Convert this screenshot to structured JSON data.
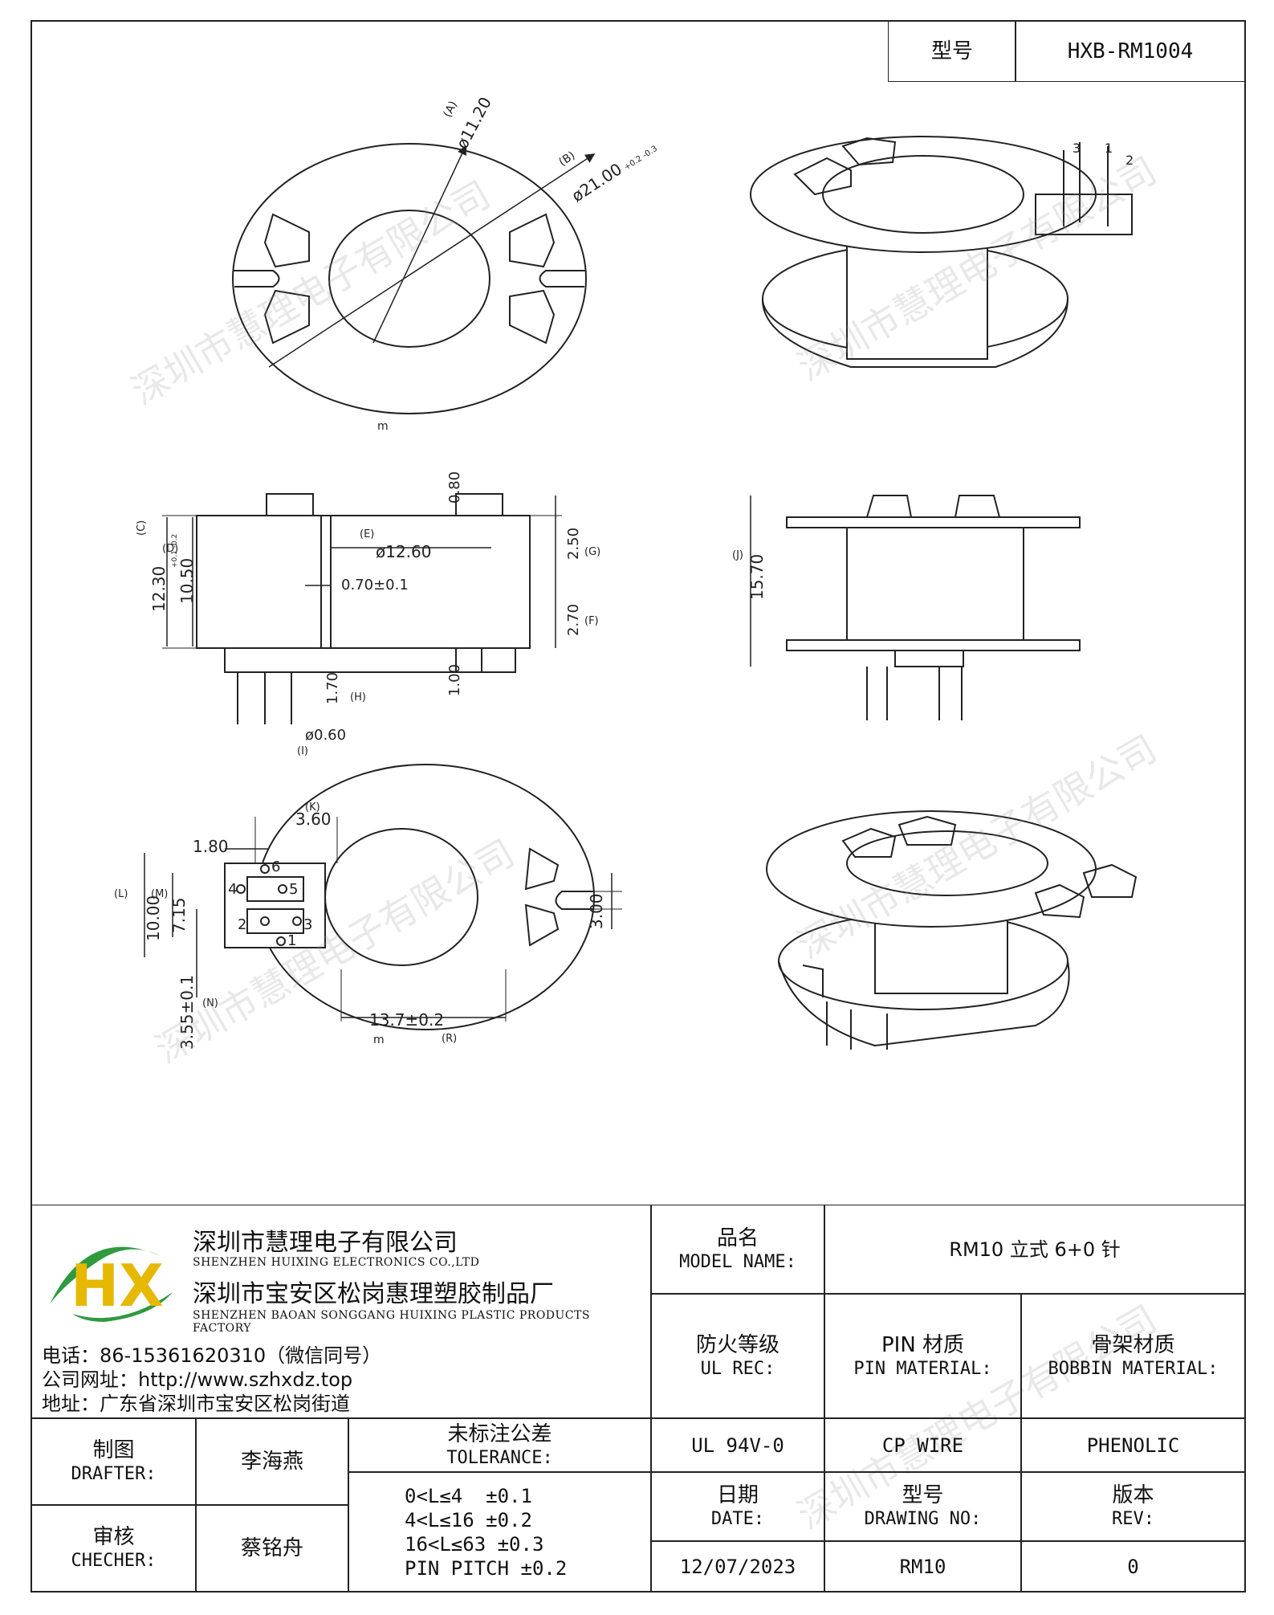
{
  "header": {
    "model_label": "型号",
    "model_value": "HXB-RM1004"
  },
  "watermark": "深圳市慧理电子有限公司",
  "drawing": {
    "view_top": {
      "label_a": "(A)",
      "dim_a": "ø11.20",
      "label_b": "(B)",
      "dim_b": "ø21.00",
      "dim_b_tol": "+0.2 -0.3",
      "mark": "m"
    },
    "view_front": {
      "dim_c": "12.30",
      "dim_c_tol": "+0.1 -0.2",
      "label_c": "(C)",
      "dim_d": "10.50",
      "label_d": "(D)",
      "dim_e": "ø12.60",
      "label_e": "(E)",
      "dim_wall": "0.70±0.1",
      "dim_top": "0.80",
      "dim_g": "2.50",
      "label_g": "(G)",
      "dim_f": "2.70",
      "label_f": "(F)",
      "dim_h": "1.70",
      "label_h": "(H)",
      "dim_base": "1.00",
      "dim_i": "ø0.60",
      "label_i": "(I)"
    },
    "view_side": {
      "dim_j": "15.70",
      "label_j": "(J)"
    },
    "view_bottom": {
      "dim_k": "3.60",
      "label_k": "(K)",
      "dim_180": "1.80",
      "dim_l": "10.00",
      "label_l": "(L)",
      "dim_m": "7.15",
      "label_m": "(M)",
      "dim_n": "3.55±0.1",
      "label_n": "(N)",
      "dim_slot": "3.00",
      "dim_r": "13.7±0.2",
      "label_r": "(R)",
      "mark": "m",
      "pins": [
        "1",
        "2",
        "3",
        "4",
        "5",
        "6"
      ]
    },
    "view_iso": {
      "pins": [
        "3",
        "1",
        "2"
      ]
    }
  },
  "title_block": {
    "logo_text": "HX",
    "company_zh": "深圳市慧理电子有限公司",
    "company_en": "SHENZHEN HUIXING ELECTRONICS CO.,LTD",
    "factory_zh": "深圳市宝安区松岗惠理塑胶制品厂",
    "factory_en": "SHENZHEN BAOAN SONGGANG HUIXING PLASTIC PRODUCTS FACTORY",
    "phone": "电话：86-15361620310（微信同号）",
    "website": "公司网址：http://www.szhxdz.top",
    "address": "地址：广东省深圳市宝安区松岗街道",
    "model_name_zh": "品名",
    "model_name_en": "MODEL NAME:",
    "model_name_value": "RM10 立式 6+0 针",
    "ul_zh": "防火等级",
    "ul_en": "UL REC:",
    "pin_mat_zh": "PIN 材质",
    "pin_mat_en": "PIN MATERIAL:",
    "bobbin_mat_zh": "骨架材质",
    "bobbin_mat_en": "BOBBIN MATERIAL:",
    "drafter_zh": "制图",
    "drafter_en": "DRAFTER:",
    "drafter_value": "李海燕",
    "checker_zh": "审核",
    "checker_en": "CHECHER:",
    "checker_value": "蔡铭舟",
    "tolerance_zh": "未标注公差",
    "tolerance_en": "TOLERANCE:",
    "tolerances": [
      "0<L≤4  ±0.1",
      "4<L≤16 ±0.2",
      "16<L≤63 ±0.3",
      "PIN PITCH ±0.2"
    ],
    "ul_value": "UL 94V-0",
    "pin_value": "CP WIRE",
    "bobbin_value": "PHENOLIC",
    "date_zh": "日期",
    "date_en": "DATE:",
    "drawing_no_zh": "型号",
    "drawing_no_en": "DRAWING NO:",
    "rev_zh": "版本",
    "rev_en": "REV:",
    "date_value": "12/07/2023",
    "drawing_no_value": "RM10",
    "rev_value": "0"
  }
}
